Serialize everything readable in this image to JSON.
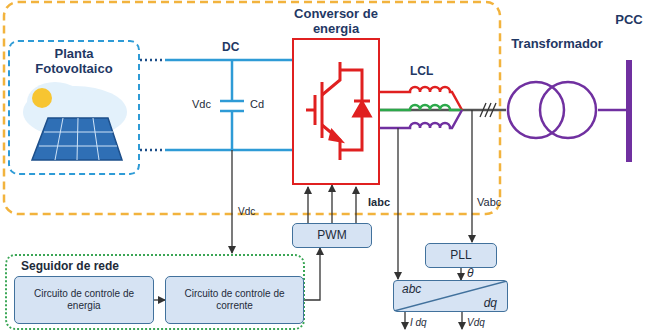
{
  "diagram": {
    "nodes": [
      {
        "text": [
          "Planta Fotovoltaico"
        ]
      },
      {
        "text": [
          "Conversor de energia"
        ]
      },
      {
        "text": [
          "PWM"
        ]
      },
      {
        "text": [
          "Transformador"
        ]
      },
      {
        "text": [
          "PCC"
        ]
      },
      {
        "text": [
          "PLL"
        ]
      },
      {
        "text": [
          "abc",
          "dq"
        ]
      },
      {
        "text": [
          "Seguidor de rede"
        ]
      },
      {
        "text": [
          "Circuito de controle de energia"
        ],
        "in": 7
      },
      {
        "text": [
          "Circuito de controle de corrente"
        ],
        "in": 7
      }
    ],
    "edges": [
      {
        "from": 8,
        "to": 9,
        "arrow": "to"
      },
      {
        "from": 9,
        "to": 2,
        "arrow": "to"
      },
      {
        "from": 2,
        "to": 1,
        "arrow": "to"
      },
      {
        "from": 1,
        "to": 3,
        "arrow": "none"
      },
      {
        "from": 3,
        "to": 4,
        "arrow": "none"
      },
      {
        "from": 5,
        "to": 6,
        "label": "θ",
        "arrow": "to"
      }
    ],
    "labels": [
      "DC",
      "Vdc",
      "Cd",
      "LCL",
      "Vdc",
      "Iabc",
      "Vabc",
      "I dq",
      "Vdq"
    ]
  }
}
